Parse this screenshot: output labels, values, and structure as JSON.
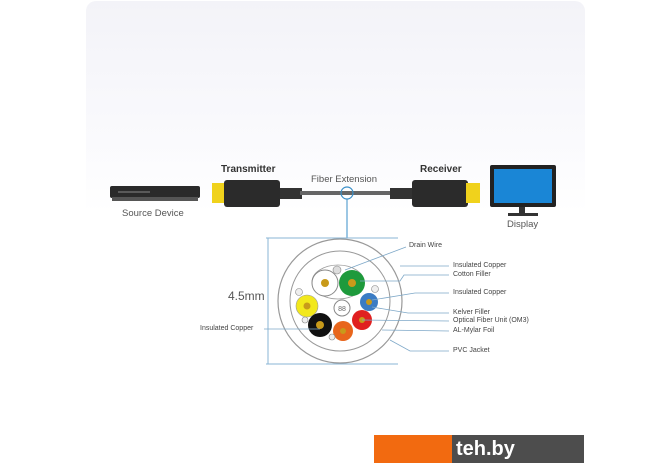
{
  "top": {
    "transmitter": "Transmitter",
    "receiver": "Receiver",
    "fiber_extension": "Fiber Extension",
    "source_device": "Source Device",
    "display": "Display"
  },
  "cable": {
    "diameter": "4.5mm",
    "labels": {
      "drain_wire": "Drain Wire",
      "insulated_copper_1": "Insulated Copper",
      "cotton_filler": "Cotton Filler",
      "insulated_copper_2": "Insulated Copper",
      "kelver_filler": "Kelver Filler",
      "optical_fiber": "Optical Fiber Unit (OM3)",
      "al_mylar": "AL-Mylar  Foil",
      "pvc_jacket": "PVC Jacket",
      "insulated_copper_left": "Insulated Copper"
    }
  },
  "watermark": {
    "text": "teh.by",
    "colors": {
      "orange": "#f26a10",
      "gray": "#4d4d4d"
    }
  }
}
